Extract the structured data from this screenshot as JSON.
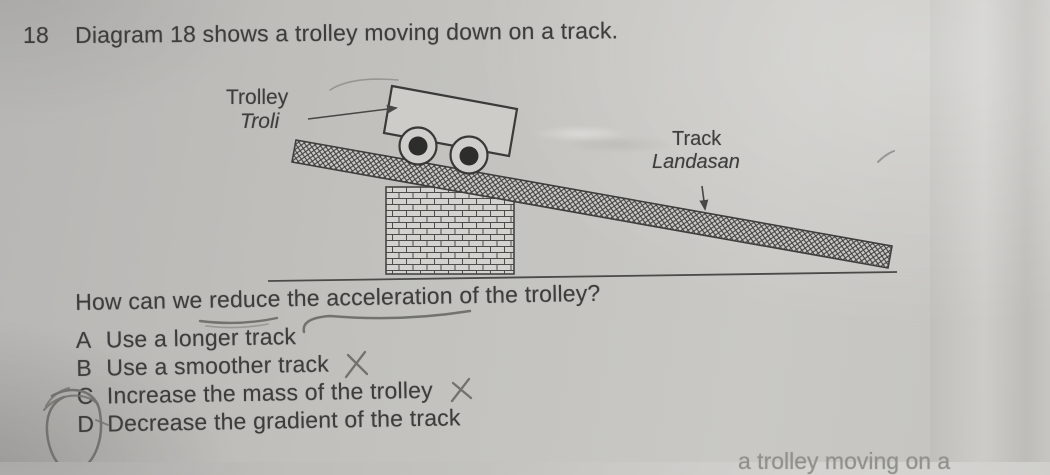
{
  "page": {
    "question_number": "18",
    "heading": "Diagram 18 shows a trolley moving down on a track."
  },
  "diagram": {
    "labels": {
      "trolley_en": "Trolley",
      "trolley_ms": "Troli",
      "track_en": "Track",
      "track_ms": "Landasan"
    },
    "elements": [
      "inclined hatched track",
      "brick support block",
      "trolley with two wheels",
      "ground line",
      "label arrows"
    ]
  },
  "question": {
    "parts": {
      "p1": "How can we ",
      "reduce": "reduce",
      "p2": " the ",
      "acceleration": "acceleration",
      "p3": " of the trolley?"
    }
  },
  "options": [
    {
      "letter": "A",
      "text": "Use a longer track",
      "mark": "none"
    },
    {
      "letter": "B",
      "text": "Use a smoother track",
      "mark": "pencil-x"
    },
    {
      "letter": "C",
      "text": "Increase the mass of the trolley",
      "mark": "pencil-x"
    },
    {
      "letter": "D",
      "text": "Decrease the gradient of the track",
      "mark": "circled-letter"
    }
  ],
  "annotations": {
    "underlined_words": [
      "reduce",
      "acceleration"
    ],
    "crossed_out_options": [
      "B",
      "C"
    ],
    "circled_option": "D"
  },
  "next_page_partial_text": "a trolley moving on a",
  "colors": {
    "paper": "#c2c1bd",
    "ink": "#3d3d3c",
    "pencil": "#72726f"
  }
}
